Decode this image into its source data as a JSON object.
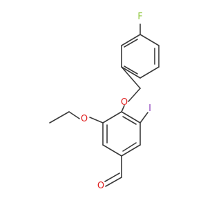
{
  "diagram": {
    "atoms": {
      "fluorine": {
        "symbol": "F",
        "color": "#8fc73e"
      },
      "ether_oxygen": {
        "symbol": "O",
        "color": "#e02020"
      },
      "ethoxy_oxygen": {
        "symbol": "O",
        "color": "#e02020"
      },
      "iodine": {
        "symbol": "I",
        "color": "#8a3ab9"
      },
      "aldehyde_oxygen": {
        "symbol": "O",
        "color": "#e02020"
      }
    },
    "bond_color": "#3a3a3a"
  }
}
